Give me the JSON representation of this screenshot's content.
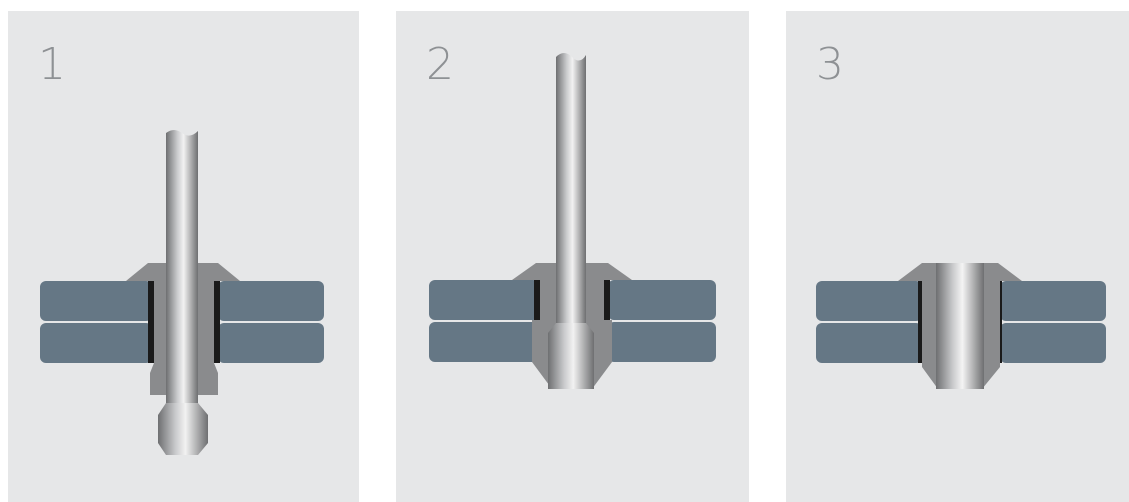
{
  "steps": [
    {
      "number": "1"
    },
    {
      "number": "2"
    },
    {
      "number": "3"
    }
  ],
  "colors": {
    "panel_background": "#e6e7e8",
    "plate": "#657785",
    "rivet_metal": "#8a8b8d",
    "step_number": "#8e9194"
  }
}
